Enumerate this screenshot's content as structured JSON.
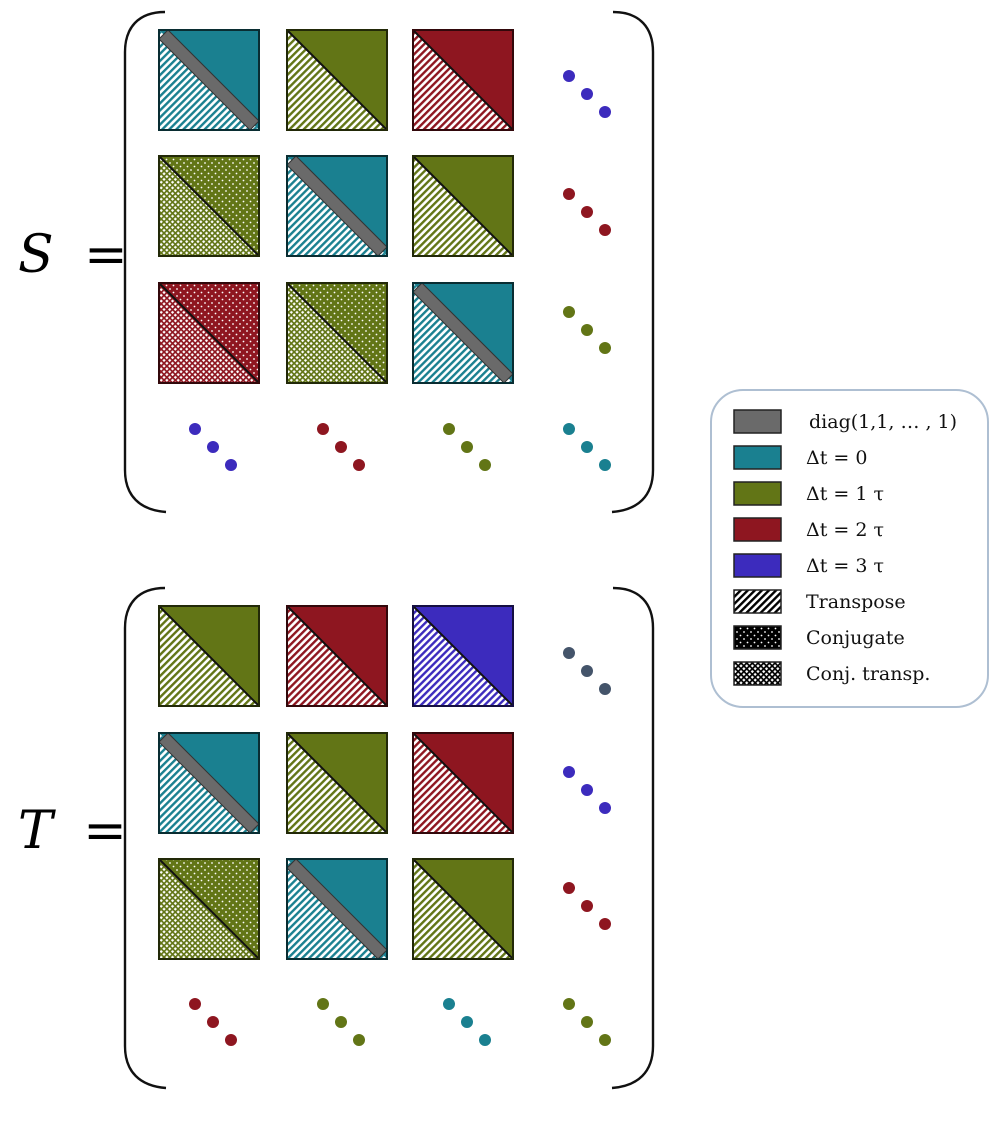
{
  "matrices": [
    {
      "name": "S",
      "label_var": "S",
      "label_eq": "=",
      "rows": [
        [
          {
            "upper": "teal",
            "lower": "teal",
            "upper_pattern": "none",
            "lower_pattern": "transpose",
            "diag": true
          },
          {
            "upper": "olive",
            "lower": "olive",
            "upper_pattern": "none",
            "lower_pattern": "transpose",
            "diag": false
          },
          {
            "upper": "red",
            "lower": "red",
            "upper_pattern": "none",
            "lower_pattern": "transpose",
            "diag": false
          },
          {
            "dots": "blue"
          }
        ],
        [
          {
            "upper": "olive",
            "lower": "olive",
            "upper_pattern": "conjugate",
            "lower_pattern": "conjtransp",
            "diag": false
          },
          {
            "upper": "teal",
            "lower": "teal",
            "upper_pattern": "none",
            "lower_pattern": "transpose",
            "diag": true
          },
          {
            "upper": "olive",
            "lower": "olive",
            "upper_pattern": "none",
            "lower_pattern": "transpose",
            "diag": false
          },
          {
            "dots": "red"
          }
        ],
        [
          {
            "upper": "red",
            "lower": "red",
            "upper_pattern": "conjugate",
            "lower_pattern": "conjtransp",
            "diag": false
          },
          {
            "upper": "olive",
            "lower": "olive",
            "upper_pattern": "conjugate",
            "lower_pattern": "conjtransp",
            "diag": false
          },
          {
            "upper": "teal",
            "lower": "teal",
            "upper_pattern": "none",
            "lower_pattern": "transpose",
            "diag": true
          },
          {
            "dots": "olive"
          }
        ],
        [
          {
            "dots": "blue"
          },
          {
            "dots": "red"
          },
          {
            "dots": "olive"
          },
          {
            "dots": "teal"
          }
        ]
      ]
    },
    {
      "name": "T",
      "label_var": "T",
      "label_eq": "=",
      "rows": [
        [
          {
            "upper": "olive",
            "lower": "olive",
            "upper_pattern": "none",
            "lower_pattern": "transpose",
            "diag": false
          },
          {
            "upper": "red",
            "lower": "red",
            "upper_pattern": "none",
            "lower_pattern": "transpose",
            "diag": false
          },
          {
            "upper": "blue",
            "lower": "blue",
            "upper_pattern": "none",
            "lower_pattern": "transpose",
            "diag": false
          },
          {
            "dots": "slate"
          }
        ],
        [
          {
            "upper": "teal",
            "lower": "teal",
            "upper_pattern": "none",
            "lower_pattern": "transpose",
            "diag": true
          },
          {
            "upper": "olive",
            "lower": "olive",
            "upper_pattern": "none",
            "lower_pattern": "transpose",
            "diag": false
          },
          {
            "upper": "red",
            "lower": "red",
            "upper_pattern": "none",
            "lower_pattern": "transpose",
            "diag": false
          },
          {
            "dots": "blue"
          }
        ],
        [
          {
            "upper": "olive",
            "lower": "olive",
            "upper_pattern": "conjugate",
            "lower_pattern": "conjtransp",
            "diag": false
          },
          {
            "upper": "teal",
            "lower": "teal",
            "upper_pattern": "none",
            "lower_pattern": "transpose",
            "diag": true
          },
          {
            "upper": "olive",
            "lower": "olive",
            "upper_pattern": "none",
            "lower_pattern": "transpose",
            "diag": false
          },
          {
            "dots": "red"
          }
        ],
        [
          {
            "dots": "red"
          },
          {
            "dots": "olive"
          },
          {
            "dots": "teal"
          },
          {
            "dots": "olive"
          }
        ]
      ]
    }
  ],
  "colors": {
    "teal": "#1a8090",
    "olive": "#627516",
    "red": "#8e1620",
    "blue": "#3c2bbd",
    "slate": "#44546a",
    "gray": "#6a6a6a"
  },
  "legend": {
    "items": [
      {
        "swatch": "gray",
        "pattern": "none",
        "label": "diag(1,1, … , 1)"
      },
      {
        "swatch": "teal",
        "pattern": "none",
        "label": "Δt = 0"
      },
      {
        "swatch": "olive",
        "pattern": "none",
        "label": "Δt = 1 τ"
      },
      {
        "swatch": "red",
        "pattern": "none",
        "label": "Δt = 2 τ"
      },
      {
        "swatch": "blue",
        "pattern": "none",
        "label": "Δt = 3 τ"
      },
      {
        "swatch": "black",
        "pattern": "transpose",
        "label": "Transpose"
      },
      {
        "swatch": "black",
        "pattern": "conjugate",
        "label": "Conjugate"
      },
      {
        "swatch": "black",
        "pattern": "conjtransp",
        "label": "Conj. transp."
      }
    ]
  }
}
